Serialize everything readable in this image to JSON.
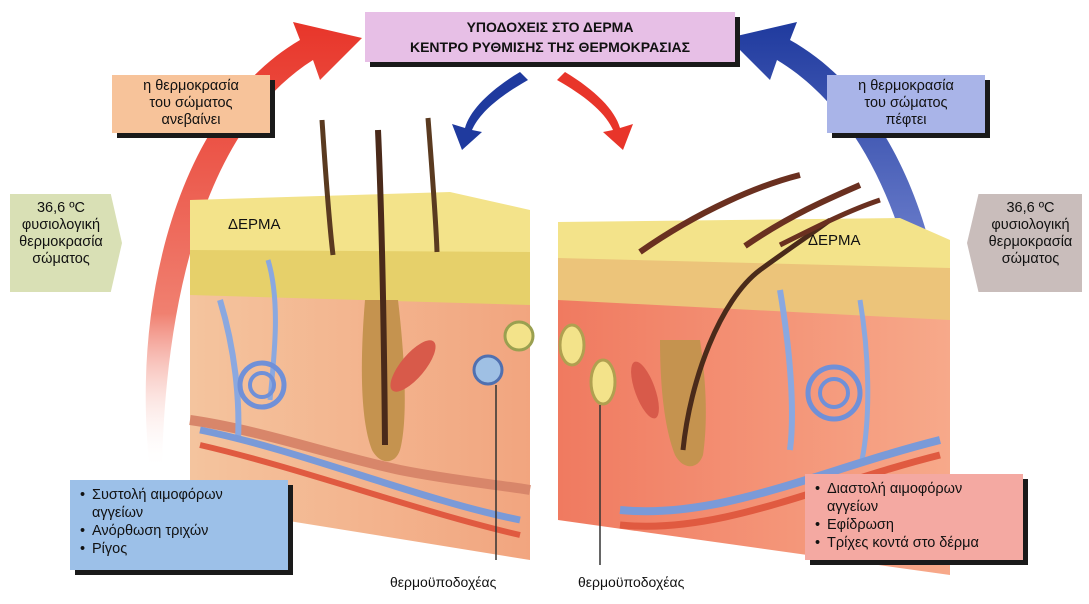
{
  "title": {
    "line1": "ΥΠΟΔΟΧΕΙΣ ΣΤΟ ΔΕΡΜΑ",
    "line2": "ΚΕΝΤΡΟ ΡΥΘΜΙΣΗΣ ΤΗΣ ΘΕΡΜΟΚΡΑΣΙΑΣ"
  },
  "rise": {
    "line1": "η θερμοκρασία",
    "line2": "του σώματος",
    "line3": "ανεβαίνει"
  },
  "fall": {
    "line1": "η θερμοκρασία",
    "line2": "του σώματος",
    "line3": "πέφτει"
  },
  "left_temp": {
    "line1": "36,6 ºC",
    "line2": "φυσιολογική",
    "line3": "θερμοκρασία",
    "line4": "σώματος"
  },
  "right_temp": {
    "line1": "36,6 ºC",
    "line2": "φυσιολογική",
    "line3": "θερμοκρασία",
    "line4": "σώματος"
  },
  "skin_label_left": "ΔΕΡΜΑ",
  "skin_label_right": "ΔΕΡΜΑ",
  "left_list": {
    "item1a": "Συστολή αιμοφόρων",
    "item1b": "αγγείων",
    "item2": "Ανόρθωση τριχών",
    "item3": "Ρίγος"
  },
  "right_list": {
    "item1a": "Διαστολή αιμοφόρων",
    "item1b": "αγγείων",
    "item2": "Εφίδρωση",
    "item3": "Τρίχες κοντά στο δέρμα"
  },
  "receptor_label_left": "θερμοϋποδοχέας",
  "receptor_label_right": "θερμοϋποδοχέας",
  "colors": {
    "warm_arrow": "#e8352a",
    "cold_arrow": "#1f3a9e",
    "skin_top": "#f0dc80",
    "skin_body": "#f2a57f"
  }
}
